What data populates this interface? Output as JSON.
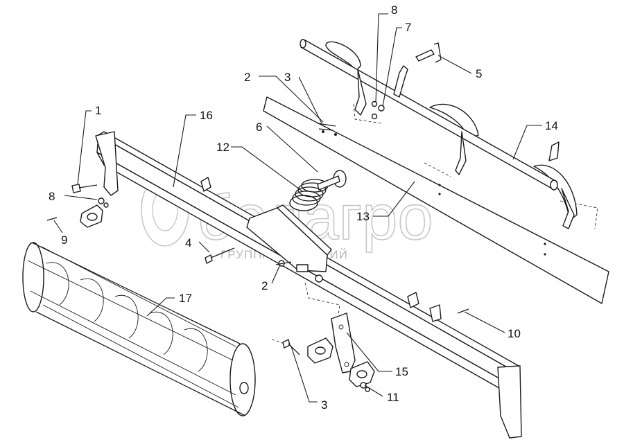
{
  "watermark": {
    "brand": "белагро",
    "subtitle": "ГРУППА КОМПАНИЙ"
  },
  "callouts": {
    "c1": "1",
    "c2a": "2",
    "c2b": "2",
    "c3a": "3",
    "c3b": "3",
    "c4": "4",
    "c5": "5",
    "c6": "6",
    "c7": "7",
    "c8a": "8",
    "c8b": "8",
    "c9": "9",
    "c10": "10",
    "c11": "11",
    "c12": "12",
    "c13": "13",
    "c14": "14",
    "c15": "15",
    "c16": "16",
    "c17": "17"
  }
}
